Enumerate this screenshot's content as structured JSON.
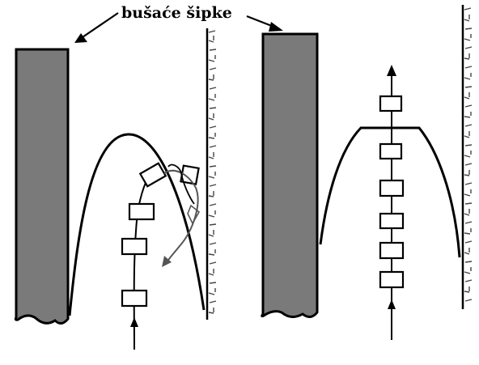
{
  "diagram": {
    "label": "bušaće šipke",
    "colors": {
      "drill_pipe_fill": "#7a7a7a",
      "outline": "#000000",
      "background": "#ffffff",
      "arrow_gray": "#555555",
      "hatch": "#444444"
    },
    "panels": [
      {
        "name": "left-scenario",
        "description_visible": false
      },
      {
        "name": "right-scenario",
        "description_visible": false
      }
    ]
  }
}
